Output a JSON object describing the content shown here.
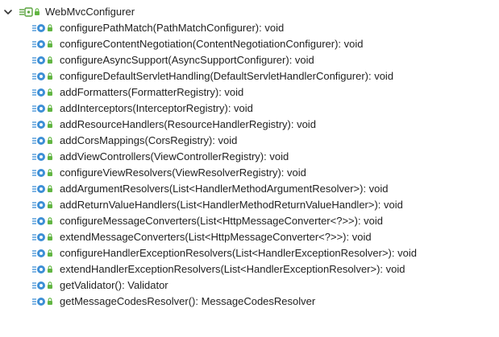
{
  "tree": {
    "root": {
      "label": "WebMvcConfigurer",
      "expanded": true,
      "icon": "interface-icon"
    },
    "methods": [
      "configurePathMatch(PathMatchConfigurer): void",
      "configureContentNegotiation(ContentNegotiationConfigurer): void",
      "configureAsyncSupport(AsyncSupportConfigurer): void",
      "configureDefaultServletHandling(DefaultServletHandlerConfigurer): void",
      "addFormatters(FormatterRegistry): void",
      "addInterceptors(InterceptorRegistry): void",
      "addResourceHandlers(ResourceHandlerRegistry): void",
      "addCorsMappings(CorsRegistry): void",
      "addViewControllers(ViewControllerRegistry): void",
      "configureViewResolvers(ViewResolverRegistry): void",
      "addArgumentResolvers(List<HandlerMethodArgumentResolver>): void",
      "addReturnValueHandlers(List<HandlerMethodReturnValueHandler>): void",
      "configureMessageConverters(List<HttpMessageConverter<?>>): void",
      "extendMessageConverters(List<HttpMessageConverter<?>>): void",
      "configureHandlerExceptionResolvers(List<HandlerExceptionResolver>): void",
      "extendHandlerExceptionResolvers(List<HandlerExceptionResolver>): void",
      "getValidator(): Validator",
      "getMessageCodesResolver(): MessageCodesResolver"
    ]
  },
  "colors": {
    "method_icon": "#3d8fd6",
    "public_lock": "#62b543",
    "interface": "#5aa33e",
    "chevron": "#333333",
    "text": "#1f1f1f"
  }
}
